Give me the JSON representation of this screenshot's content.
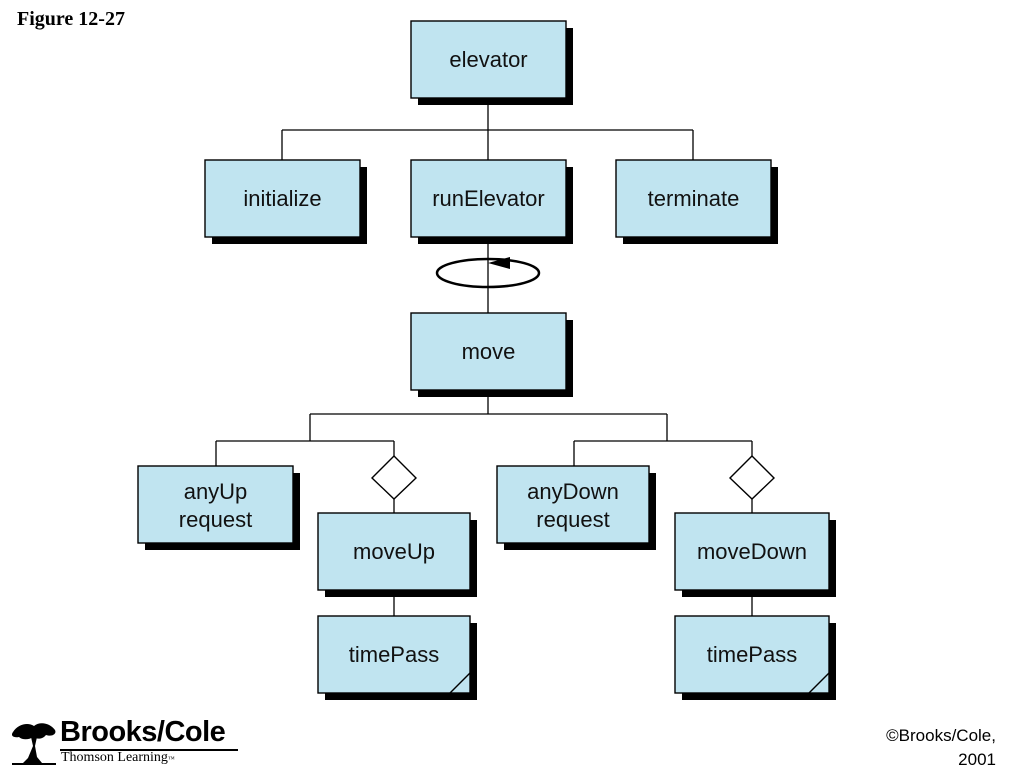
{
  "figure_label": "Figure 12-27",
  "nodes": {
    "elevator": "elevator",
    "initialize": "initialize",
    "runElevator": "runElevator",
    "terminate": "terminate",
    "move": "move",
    "anyUp_line1": "anyUp",
    "anyUp_line2": "request",
    "moveUp": "moveUp",
    "timePass_up": "timePass",
    "anyDown_line1": "anyDown",
    "anyDown_line2": "request",
    "moveDown": "moveDown",
    "timePass_down": "timePass"
  },
  "branding": {
    "name": "Brooks/Cole",
    "sub": "Thomson Learning",
    "tm": "™"
  },
  "copyright": {
    "line1": "©Brooks/Cole,",
    "line2": "2001"
  },
  "colors": {
    "box_fill": "#c0e4f0",
    "shadow": "#000000"
  }
}
